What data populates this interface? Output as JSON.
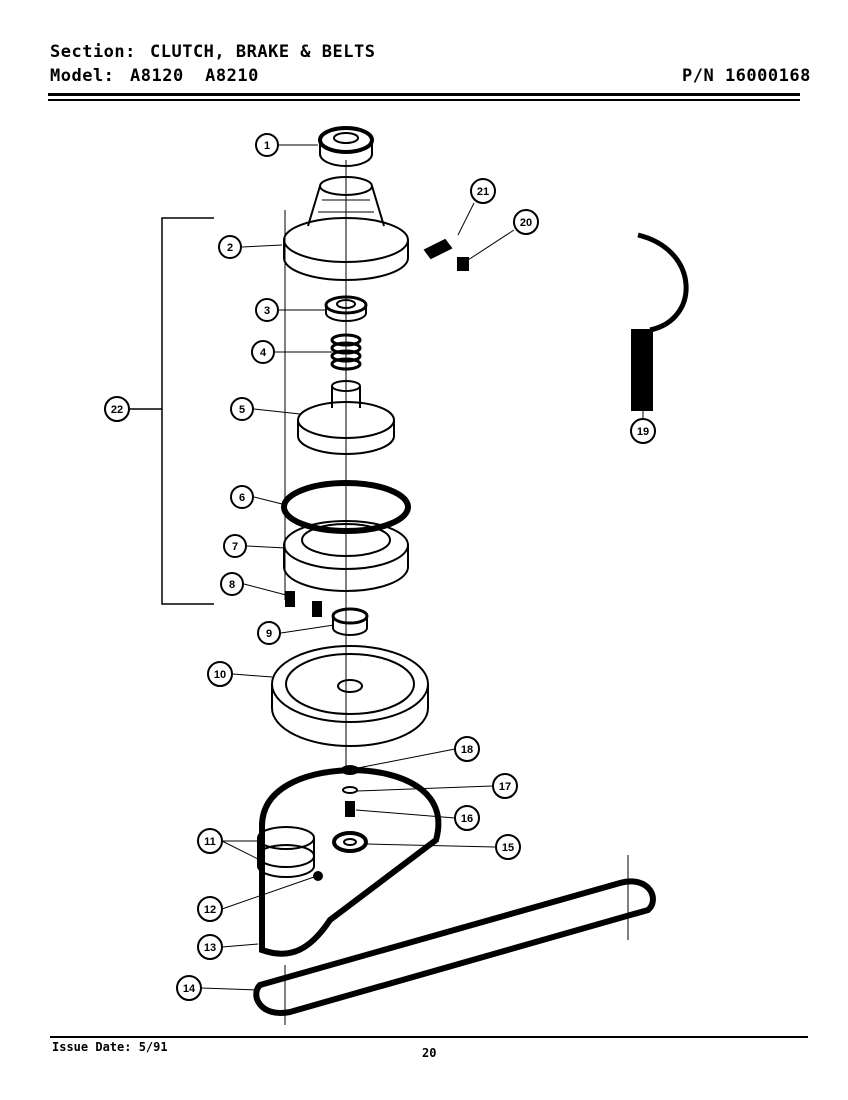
{
  "header": {
    "section_label": "Section:",
    "section_value": "CLUTCH, BRAKE & BELTS",
    "model_label": "Model:",
    "model_values": "A8120  A8210",
    "part_number": "P/N 16000168"
  },
  "footer": {
    "issue_date": "Issue Date: 5/91",
    "page_number": "20"
  },
  "callouts": [
    "1",
    "2",
    "3",
    "4",
    "5",
    "6",
    "7",
    "8",
    "9",
    "10",
    "11",
    "12",
    "13",
    "14",
    "15",
    "16",
    "17",
    "18",
    "19",
    "20",
    "21",
    "22"
  ]
}
